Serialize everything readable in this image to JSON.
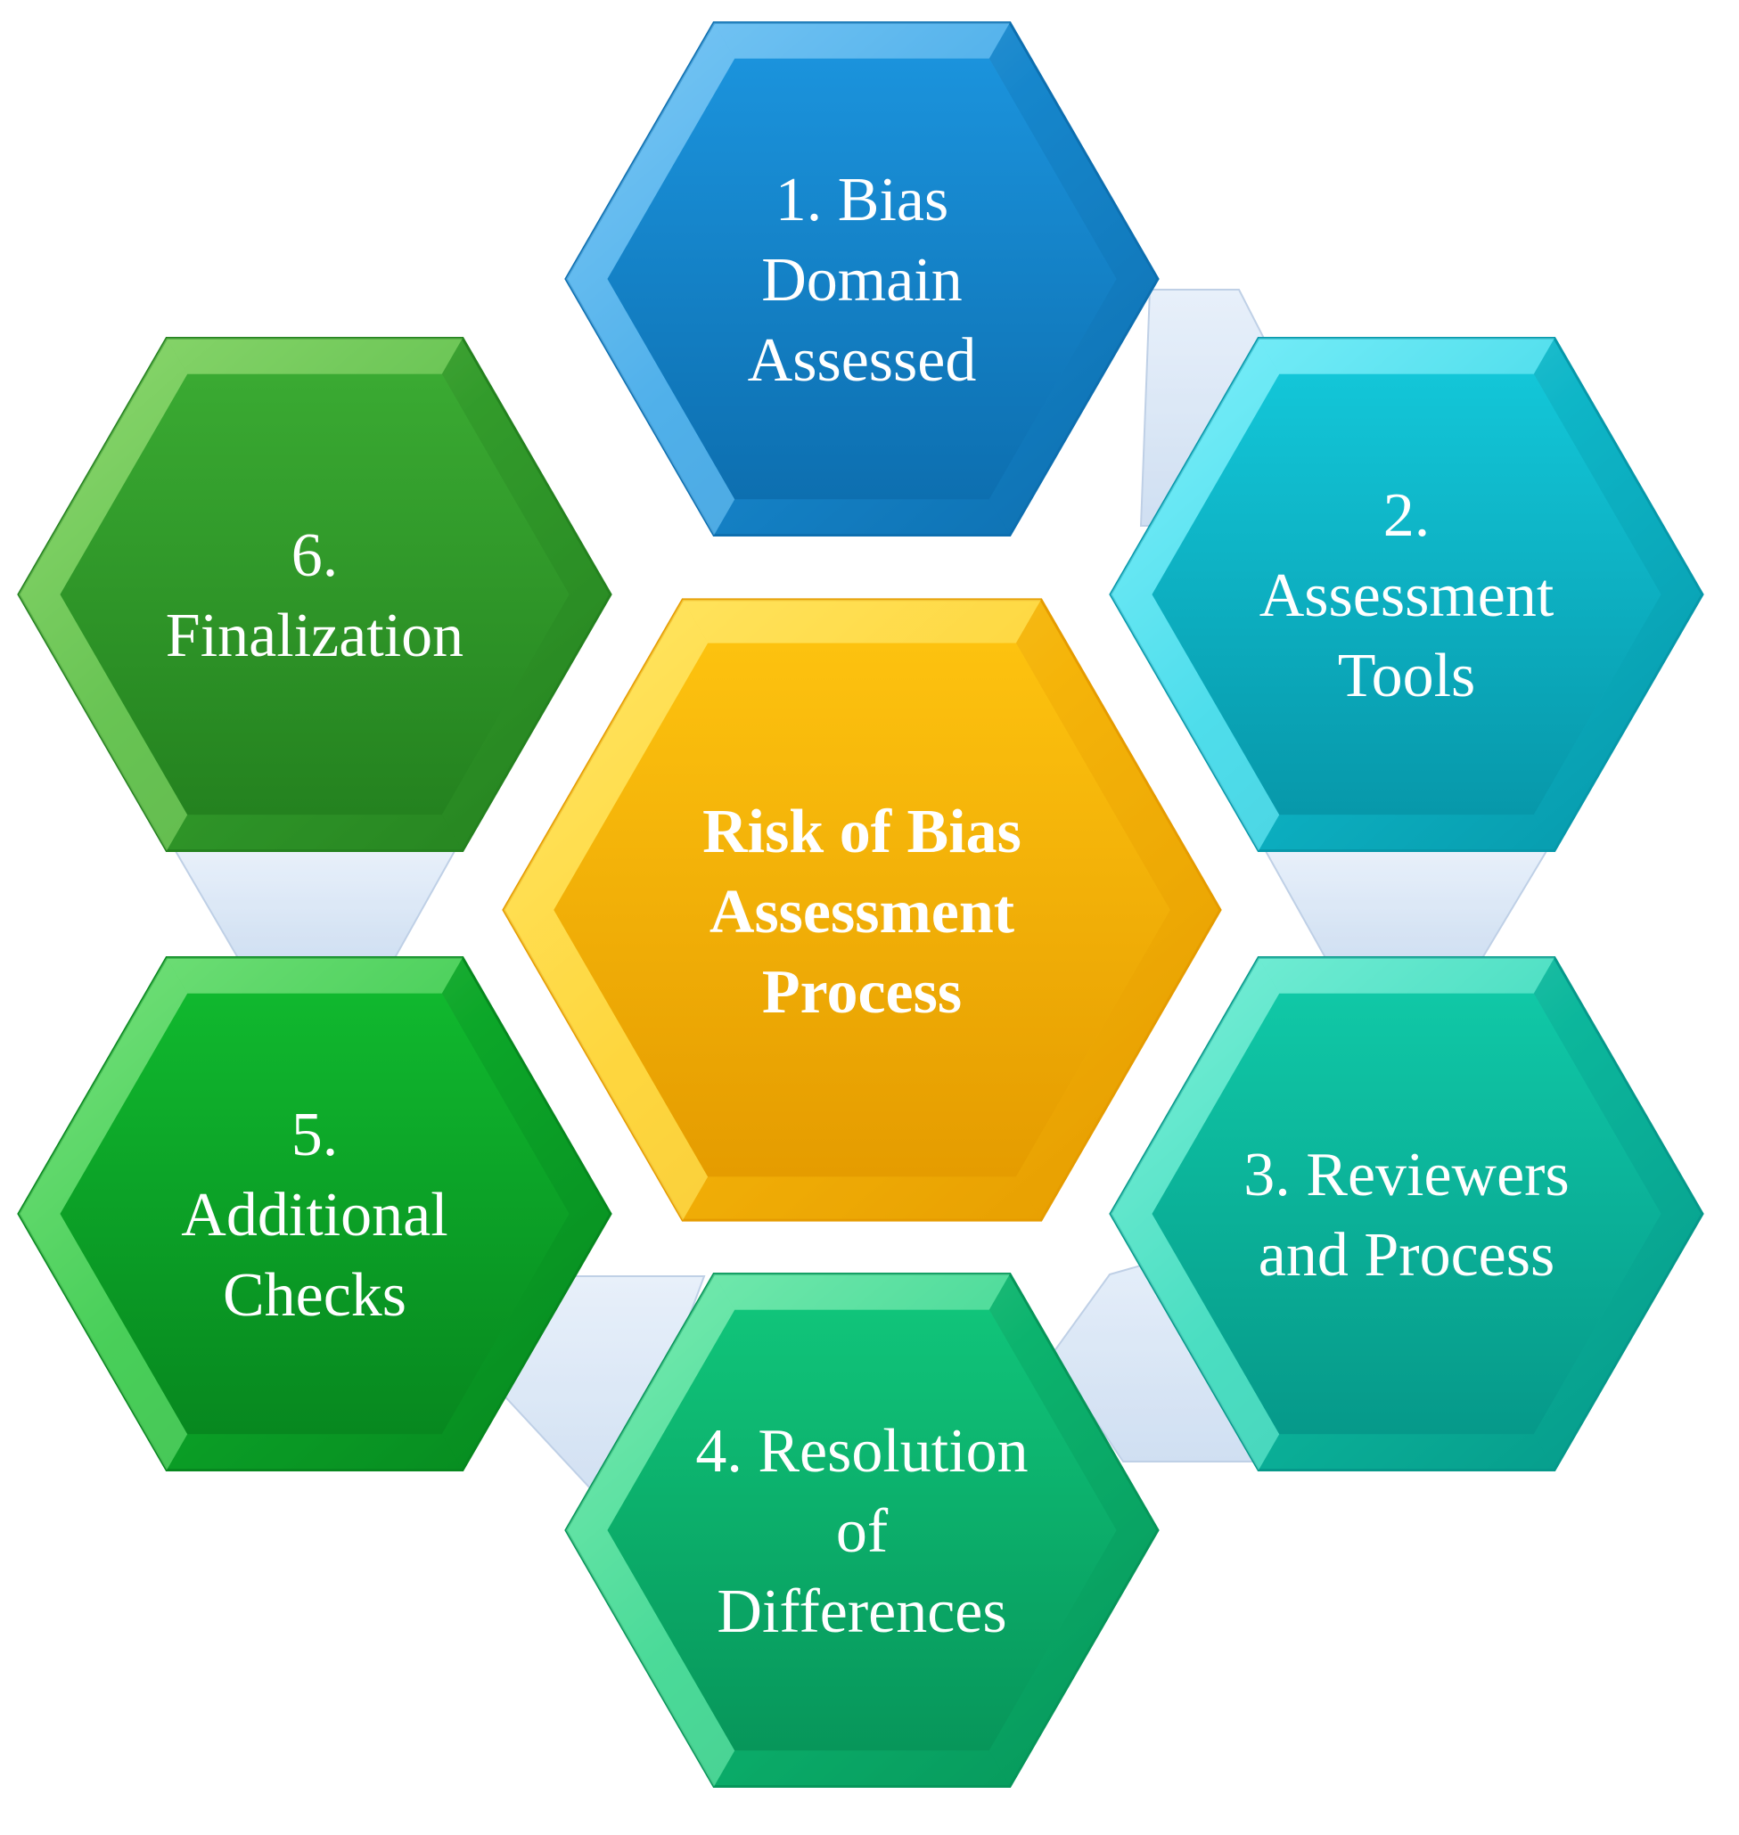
{
  "center": {
    "lines": [
      "Risk of Bias",
      "Assessment",
      "Process"
    ],
    "colors": {
      "light": "#ffe766",
      "base": "#fdc20f",
      "dark": "#e59c00"
    }
  },
  "steps": [
    {
      "lines": [
        "1. Bias",
        "Domain",
        "Assessed"
      ],
      "colors": {
        "light": "#7cc8f5",
        "base": "#1b93dc",
        "dark": "#0d6fb0"
      }
    },
    {
      "lines": [
        "2.",
        "Assessment",
        "Tools"
      ],
      "colors": {
        "light": "#7ff0fb",
        "base": "#13c6d8",
        "dark": "#0798aa"
      }
    },
    {
      "lines": [
        "3. Reviewers",
        "and Process"
      ],
      "colors": {
        "light": "#7cf0d8",
        "base": "#10c8a6",
        "dark": "#06998a"
      }
    },
    {
      "lines": [
        "4. Resolution",
        "of",
        "Differences"
      ],
      "colors": {
        "light": "#7cecb2",
        "base": "#10c47a",
        "dark": "#07965a"
      }
    },
    {
      "lines": [
        "5.",
        "Additional",
        "Checks"
      ],
      "colors": {
        "light": "#78e27e",
        "base": "#10b82e",
        "dark": "#07881f"
      }
    },
    {
      "lines": [
        "6.",
        "Finalization"
      ],
      "colors": {
        "light": "#8ed870",
        "base": "#3aaa32",
        "dark": "#24821f"
      }
    }
  ],
  "connector_color": "#c8daf0"
}
